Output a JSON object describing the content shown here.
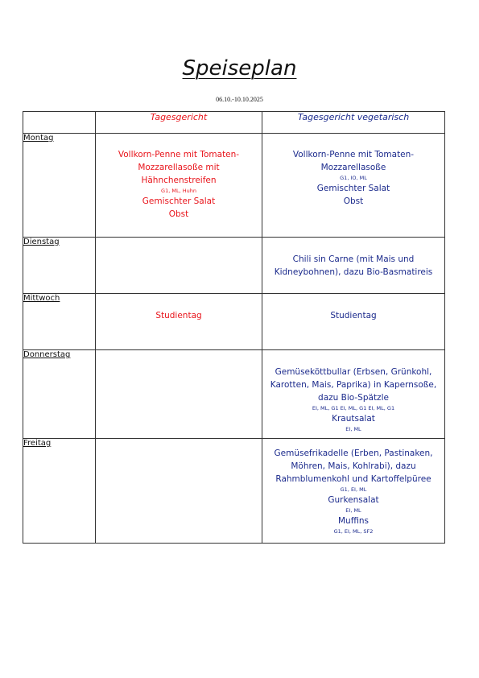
{
  "header": {
    "title": "Speiseplan",
    "date_range": "06.10.-10.10.2025"
  },
  "table": {
    "columns": {
      "main": "Tagesgericht",
      "vegetarian": "Tagesgericht  vegetarisch"
    },
    "colors": {
      "main": "#e8141b",
      "vegetarian": "#1b2a8c"
    },
    "rows": [
      {
        "day": "Montag",
        "main": {
          "l1": "Vollkorn-Penne mit Tomaten-",
          "l2": "Mozzarellasoße mit",
          "l3": "Hähnchenstreifen",
          "l3_allergens": "G1, ML, Huhn",
          "l4": "Gemischter Salat",
          "l5": "Obst"
        },
        "veg": {
          "l1": "Vollkorn-Penne mit Tomaten-",
          "l2": "Mozzarellasoße",
          "l2_allergens": "G1, IO, ML",
          "l3": "Gemischter Salat",
          "l4": "Obst"
        }
      },
      {
        "day": "Dienstag",
        "main": {},
        "veg": {
          "l1": "Chili sin Carne (mit Mais und",
          "l2": "Kidneybohnen), dazu Bio-Basmatireis"
        }
      },
      {
        "day": "Mittwoch",
        "main": {
          "l1": "Studientag"
        },
        "veg": {
          "l1": "Studientag"
        }
      },
      {
        "day": "Donnerstag",
        "main": {},
        "veg": {
          "l1": "Gemüseköttbullar (Erbsen, Grünkohl,",
          "l2": "Karotten, Mais, Paprika) in Kapernsoße,",
          "l3": "dazu Bio-Spätzle",
          "l3_allergens": "EI, ML, G1 EI, ML, G1 EI, ML, G1",
          "l4": "Krautsalat",
          "l4_allergens": "EI, ML"
        }
      },
      {
        "day": "Freitag",
        "main": {},
        "veg": {
          "l1": "Gemüsefrikadelle (Erben, Pastinaken,",
          "l2": "Möhren, Mais, Kohlrabi), dazu",
          "l3": "Rahmblumenkohl und Kartoffelpüree",
          "l3_allergens": "G1, EI, ML",
          "l4": "Gurkensalat",
          "l4_allergens": "EI, ML",
          "l5": "Muffins",
          "l5_allergens": "G1, EI, ML, SF2"
        }
      }
    ]
  }
}
